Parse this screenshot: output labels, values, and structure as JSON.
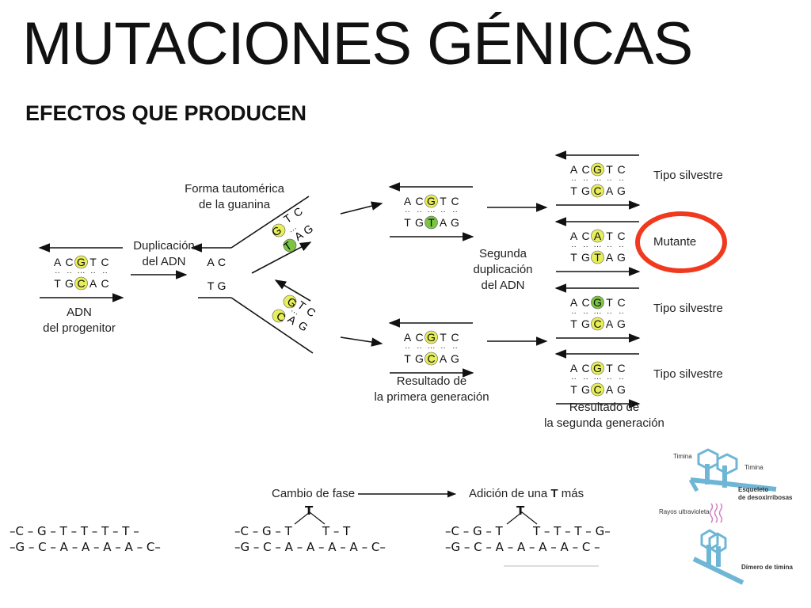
{
  "title": "MUTACIONES GÉNICAS",
  "subtitle": "EFECTOS QUE PRODUCEN",
  "labels": {
    "parent": "ADN\ndel progenitor",
    "duplication": "Duplicación\ndel ADN",
    "tautomeric": "Forma tautomérica\nde la guanina",
    "second_dup": "Segunda\nduplicación\ndel ADN",
    "first_gen": "Resultado de\nla primera generación",
    "second_gen": "Resultado de\nla segunda generación",
    "wild1": "Tipo silvestre",
    "mutant": "Mutante",
    "wild2": "Tipo silvestre",
    "wild3": "Tipo silvestre"
  },
  "dna": {
    "parent": {
      "top": [
        "A",
        "C",
        "G",
        "T",
        "C"
      ],
      "bottom": [
        "T",
        "G",
        "C",
        "A",
        "C"
      ],
      "hl": 2
    },
    "split": {
      "top": [
        "A",
        "C"
      ],
      "bottom": [
        "T",
        "G"
      ]
    },
    "split_up": {
      "top": [
        "T",
        "C"
      ],
      "bottom": [
        "A",
        "G"
      ],
      "pair": [
        "G",
        "T"
      ]
    },
    "split_down": {
      "top": [
        "T",
        "C"
      ],
      "bottom": [
        "A",
        "G"
      ],
      "pair": [
        "G",
        "C"
      ]
    },
    "gen1_top": {
      "top": [
        "A",
        "C",
        "G",
        "T",
        "C"
      ],
      "bottom": [
        "T",
        "G",
        "T",
        "A",
        "G"
      ],
      "hl": 2
    },
    "gen1_bottom": {
      "top": [
        "A",
        "C",
        "G",
        "T",
        "C"
      ],
      "bottom": [
        "T",
        "G",
        "C",
        "A",
        "G"
      ],
      "hl": 2
    },
    "gen2_1": {
      "top": [
        "A",
        "C",
        "G",
        "T",
        "C"
      ],
      "bottom": [
        "T",
        "G",
        "C",
        "A",
        "G"
      ],
      "hl": 2
    },
    "gen2_2": {
      "top": [
        "A",
        "C",
        "A",
        "T",
        "C"
      ],
      "bottom": [
        "T",
        "G",
        "T",
        "A",
        "G"
      ],
      "hl": 2
    },
    "gen2_3": {
      "top": [
        "A",
        "C",
        "G",
        "T",
        "C"
      ],
      "bottom": [
        "T",
        "G",
        "C",
        "A",
        "G"
      ],
      "hl": 2
    },
    "gen2_4": {
      "top": [
        "A",
        "C",
        "G",
        "T",
        "C"
      ],
      "bottom": [
        "T",
        "G",
        "C",
        "A",
        "G"
      ],
      "hl": 2
    }
  },
  "frameshift": {
    "label_change": "Cambio de fase",
    "label_add_prefix": "Adición de una ",
    "label_add_bold": "T",
    "label_add_suffix": " más",
    "inserted": "T",
    "seq1_top": "–C – G – T – T – T – T –",
    "seq1_bottom": "–G – C – A – A – A – A – C–",
    "seq2_top": "–C – G – T        T – T",
    "seq2_bottom": "–G – C – A – A – A – A – C–",
    "seq3_top": "–C – G – T        T – T – T – G–",
    "seq3_bottom": "–G – C – A – A – A – A – C –"
  },
  "dimer": {
    "timina1": "Timina",
    "timina2": "Timina",
    "skeleton": "Esqueleto\nde desoxirribosas",
    "uv": "Rayos ultravioleta",
    "dimer_label": "Dímero de timina"
  },
  "colors": {
    "highlight_yellow": "#e6ee5a",
    "highlight_green": "#7cc443",
    "mutant_circle": "#f0391e",
    "dimer_blue": "#6fb6d6"
  }
}
